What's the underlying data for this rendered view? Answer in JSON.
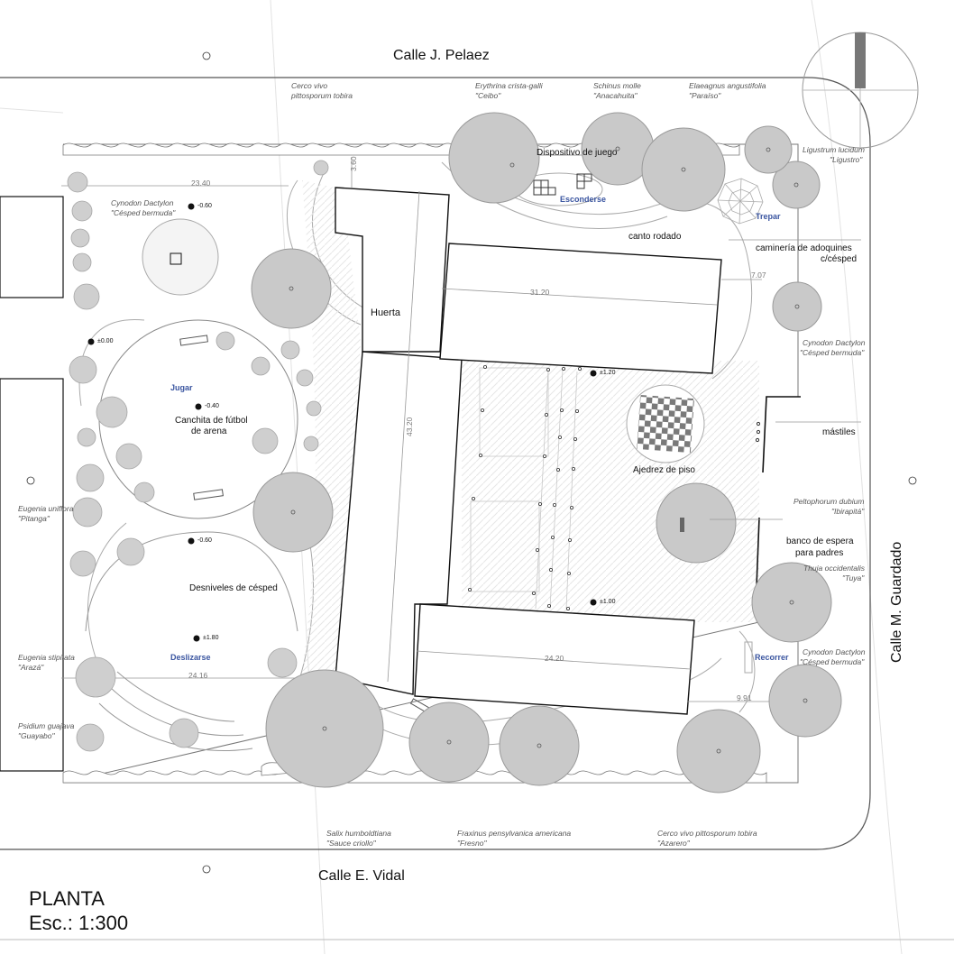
{
  "streets": {
    "north": "Calle J. Pelaez",
    "south": "Calle E. Vidal",
    "east": "Calle M.  Guardado"
  },
  "title": {
    "line1": "PLANTA",
    "line2": "Esc.: 1:300"
  },
  "features": {
    "huerta": "Huerta",
    "canto_rodado": "canto rodado",
    "camineria_1": "caminería de adoquines",
    "camineria_2": "c/césped",
    "dispositivo": "Dispositivo de juego",
    "canchita_1": "Canchita de fútbol",
    "canchita_2": "de arena",
    "desniveles": "Desniveles de césped",
    "ajedrez": "Ajedrez de piso",
    "mastiles": "mástiles",
    "banco_1": "banco de espera",
    "banco_2": "para padres"
  },
  "activities": {
    "esconderse": "Esconderse",
    "trepar": "Trepar",
    "jugar": "Jugar",
    "deslizarse": "Deslizarse",
    "recorrer": "Recorrer"
  },
  "plants": {
    "cerco_top_1": "Cerco vivo",
    "cerco_top_2": "pittosporum tobira",
    "erythrina_1": "Erythrina crista-galli",
    "erythrina_2": "\"Ceibo\"",
    "schinus_1": "Schinus molle",
    "schinus_2": "\"Anacahuita\"",
    "elaeagnus_1": "Elaeagnus angustifolia",
    "elaeagnus_2": "\"Paraíso\"",
    "ligustrum_1": "Ligustrum lucidum",
    "ligustrum_2": "\"Ligustro\"",
    "cynodon_nw_1": "Cynodon Dactylon",
    "cynodon_nw_2": "\"Césped bermuda\"",
    "cynodon_e1_1": "Cynodon Dactylon",
    "cynodon_e1_2": "\"Césped bermuda\"",
    "peltophorum_1": "Peltophorum dubium",
    "peltophorum_2": "\"Ibirapitá\"",
    "thuja_1": "Thuja occidentalis",
    "thuja_2": "\"Tuya\"",
    "cynodon_e2_1": "Cynodon Dactylon",
    "cynodon_e2_2": "\"Césped bermuda\"",
    "eugenia_u_1": "Eugenia uniflora",
    "eugenia_u_2": "\"Pitanga\"",
    "eugenia_s_1": "Eugenia stipitata",
    "eugenia_s_2": "\"Arazá\"",
    "psidium_1": "Psidium guajava",
    "psidium_2": "\"Guayabo\"",
    "salix_1": "Salix humboldtiana",
    "salix_2": "\"Sauce criollo\"",
    "fraxinus_1": "Fraxinus pensylvanica americana",
    "fraxinus_2": "\"Fresno\"",
    "cerco_bot_1": "Cerco vivo pittosporum tobira",
    "cerco_bot_2": "\"Azarero\""
  },
  "dimensions": {
    "d1": "23.40",
    "d2": "3.60",
    "d3": "31.20",
    "d4": "7.07",
    "d5": "43.20",
    "d6": "24.20",
    "d7": "24.16",
    "d8": "9.91"
  },
  "levels": {
    "l1": "-0.60",
    "l2": "±0.00",
    "l3": "-0.40",
    "l4": "-0.60",
    "l5": "±1.80",
    "l6": "±1.20",
    "l7": "±1.00"
  },
  "colors": {
    "tree_fill": "#c9c9c9",
    "tree_stroke": "#9a9a9a",
    "building_stroke": "#111111",
    "blue_label": "#3a55a0"
  }
}
